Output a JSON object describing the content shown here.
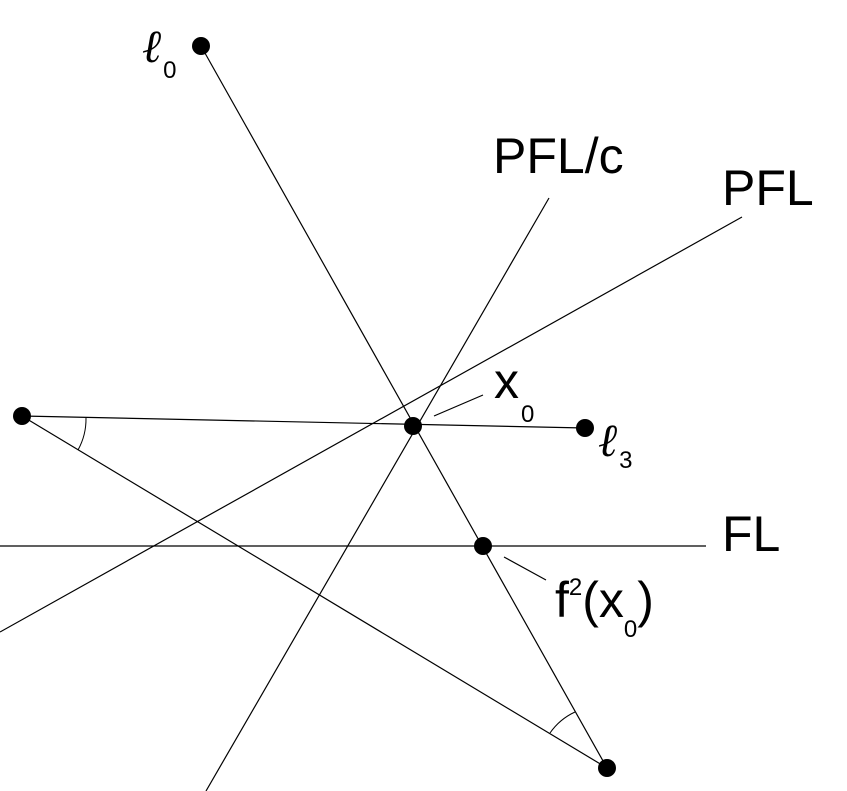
{
  "labels": {
    "l0_main": "ℓ",
    "l0_sub": "0",
    "l3_main": "ℓ",
    "l3_sub": "3",
    "pflc": "PFL/c",
    "pfl": "PFL",
    "fl": "FL",
    "x0_main": "x",
    "x0_sub": "0",
    "f2_f": "f",
    "f2_sup": "2",
    "f2_open": "(x",
    "f2_sub": "0",
    "f2_close": ")"
  }
}
